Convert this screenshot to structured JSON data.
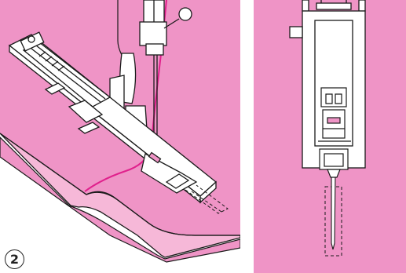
{
  "figure": {
    "step_number": "2"
  },
  "colors": {
    "fabric_pink": "#ef94c6",
    "fabric_under": "#f6b8d8",
    "thread_magenta": "#e0208c",
    "line": "#1a1a1a",
    "presser_foot": "#ffffff"
  },
  "panels": [
    {
      "name": "buttonhole-foot-angled-view",
      "icon": "sewing-machine-presser-foot"
    },
    {
      "name": "buttonhole-foot-top-view",
      "icon": "presser-foot-top-view"
    }
  ]
}
